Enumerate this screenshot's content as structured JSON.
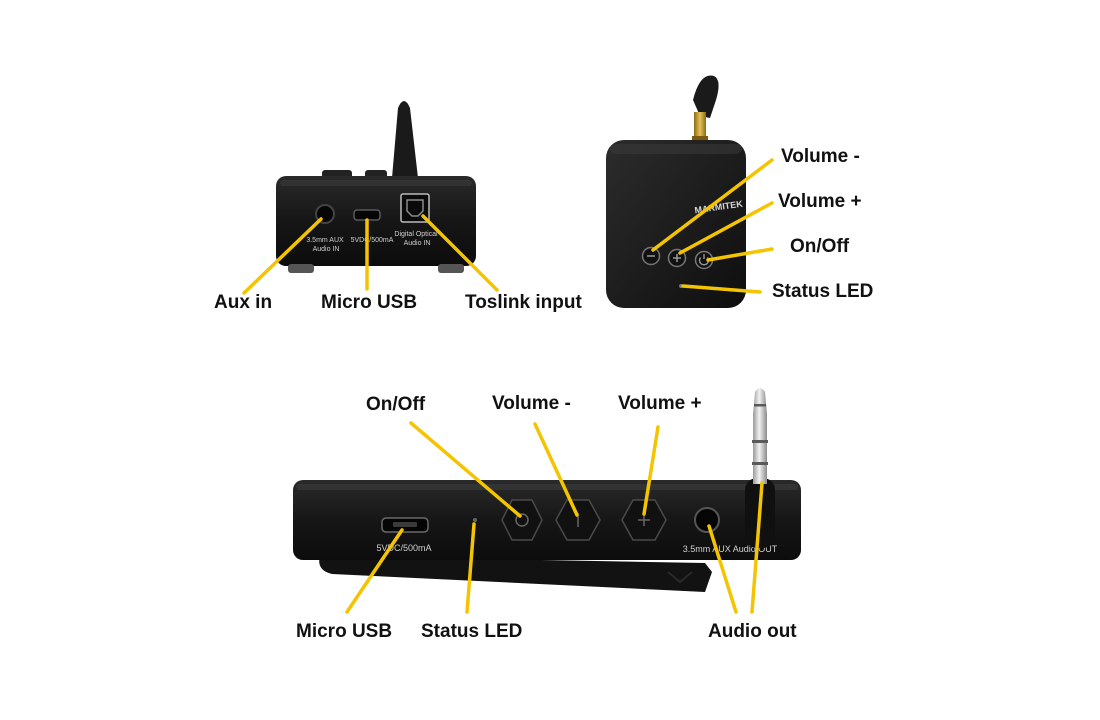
{
  "colors": {
    "callout": "#f5c400",
    "device_body": "#161616",
    "device_edge": "#2e2e2e",
    "device_print": "#cfcfcf",
    "antenna_tip": "#c9a12a",
    "jack_metal": "#c8c8c8"
  },
  "transmitter": {
    "print_aux": [
      "3.5mm AUX",
      "Audio IN"
    ],
    "print_usb": "5VDC/500mA",
    "print_optical": [
      "Digital Optical",
      "Audio IN"
    ],
    "labels": {
      "aux_in": "Aux in",
      "micro_usb": "Micro USB",
      "toslink_input": "Toslink input"
    }
  },
  "receiver_box": {
    "brand_print": "MARMITEK",
    "labels": {
      "volume_minus": "Volume -",
      "volume_plus": "Volume +",
      "on_off": "On/Off",
      "status_led": "Status LED"
    }
  },
  "receiver_stick": {
    "print_usb": "5VDC/500mA",
    "print_aux": "3.5mm AUX Audio OUT",
    "labels": {
      "on_off": "On/Off",
      "volume_minus": "Volume -",
      "volume_plus": "Volume +",
      "micro_usb": "Micro USB",
      "status_led": "Status LED",
      "audio_out": "Audio out"
    }
  }
}
